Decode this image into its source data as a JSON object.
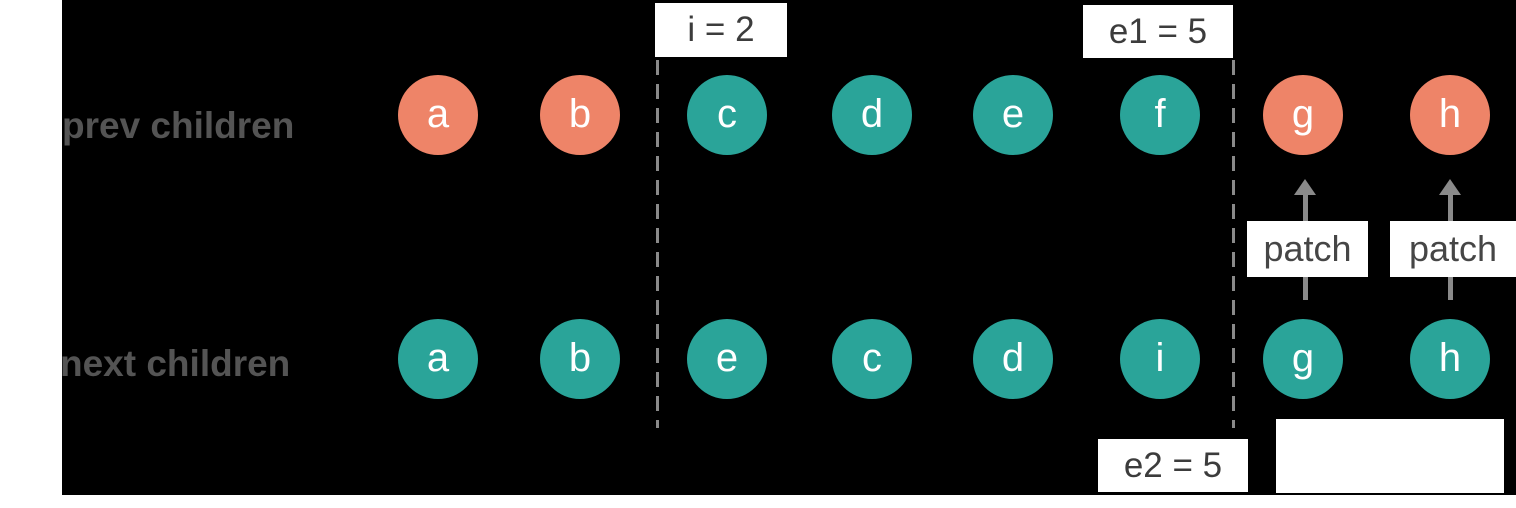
{
  "colors": {
    "canvas_background": "#000000",
    "page_background": "#ffffff",
    "salmon": "#ee8468",
    "teal": "#2aa499",
    "node_letter": "#ffffff",
    "row_label_text": "#545454",
    "tag_text": "#3c3c3c",
    "arrow_gray": "#8a8a8a"
  },
  "rows": [
    {
      "label": "prev children",
      "nodes": [
        {
          "letter": "a",
          "color": "#ee8468"
        },
        {
          "letter": "b",
          "color": "#ee8468"
        },
        {
          "letter": "c",
          "color": "#2aa499"
        },
        {
          "letter": "d",
          "color": "#2aa499"
        },
        {
          "letter": "e",
          "color": "#2aa499"
        },
        {
          "letter": "f",
          "color": "#2aa499"
        },
        {
          "letter": "g",
          "color": "#ee8468"
        },
        {
          "letter": "h",
          "color": "#ee8468"
        }
      ]
    },
    {
      "label": "next children",
      "nodes": [
        {
          "letter": "a",
          "color": "#2aa499"
        },
        {
          "letter": "b",
          "color": "#2aa499"
        },
        {
          "letter": "e",
          "color": "#2aa499"
        },
        {
          "letter": "c",
          "color": "#2aa499"
        },
        {
          "letter": "d",
          "color": "#2aa499"
        },
        {
          "letter": "i",
          "color": "#2aa499"
        },
        {
          "letter": "g",
          "color": "#2aa499"
        },
        {
          "letter": "h",
          "color": "#2aa499"
        }
      ]
    }
  ],
  "markers": {
    "index_label": "i = 2",
    "end1_label": "e1 = 5",
    "end2_label": "e2 = 5"
  },
  "patch": {
    "left_label": "patch",
    "right_label": "patch"
  }
}
